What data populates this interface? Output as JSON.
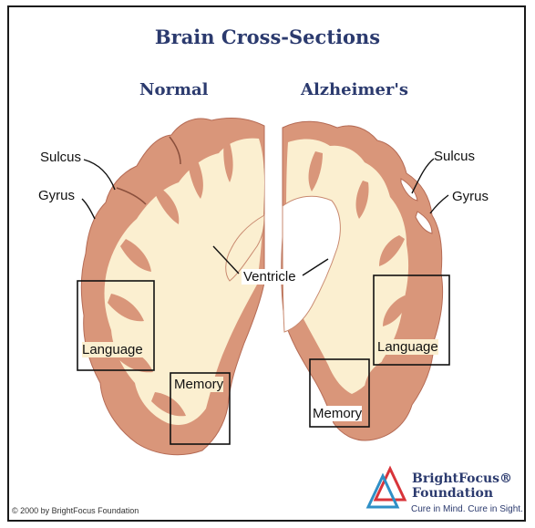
{
  "title": "Brain Cross-Sections",
  "panels": {
    "normal": "Normal",
    "alzheimers": "Alzheimer's"
  },
  "labels": {
    "sulcus_left": "Sulcus",
    "gyrus_left": "Gyrus",
    "sulcus_right": "Sulcus",
    "gyrus_right": "Gyrus",
    "ventricle": "Ventricle",
    "language_left": "Language",
    "memory_left": "Memory",
    "language_right": "Language",
    "memory_right": "Memory"
  },
  "footer": {
    "copyright": "© 2000 by BrightFocus Foundation",
    "logo_line1": "BrightFocus®",
    "logo_line2": "Foundation",
    "tagline": "Cure in Mind. Cure in Sight."
  },
  "colors": {
    "gray_matter": "#d9967a",
    "white_matter": "#fbefd0",
    "title": "#2b3a6e",
    "logo_red": "#d8343a",
    "logo_blue": "#2f8fc6"
  }
}
